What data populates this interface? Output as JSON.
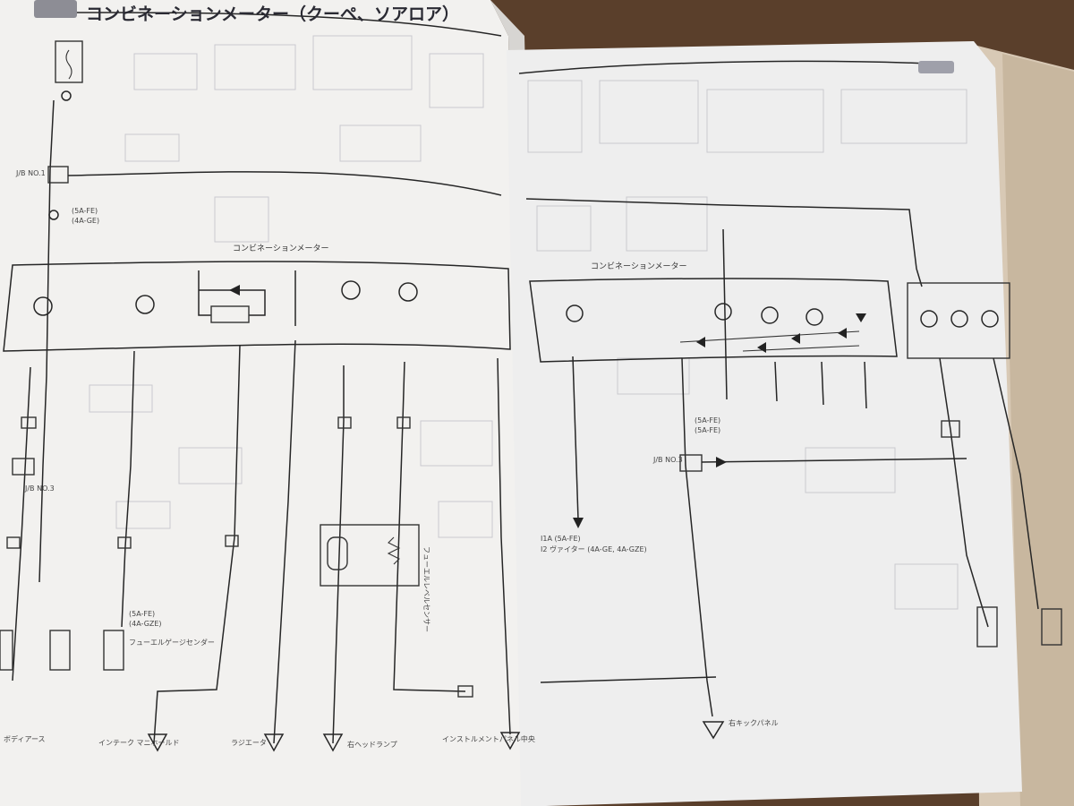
{
  "page": {
    "section_badge": "",
    "title": "コンビネーションメーター（クーペ、ソアロア）"
  },
  "left_page": {
    "meter_label": "コンビネーションメーター",
    "jb_label_top": "J/B NO.1",
    "jb_label_mid": "J/B NO.3",
    "engine_note_top_a": "(5A-FE)",
    "engine_note_top_b": "(4A-GE)",
    "sensor_note_a": "(5A-FE)",
    "sensor_note_b": "(4A-GZE)",
    "sensor_label": "フューエルゲージセンダー",
    "fuel_sensor_label": "フューエルレベルセンサー",
    "grounds": [
      "ボディアース",
      "インテーク マニホールド",
      "ラジエータ",
      "右ヘッドランプ",
      "インストルメントパネル中央"
    ]
  },
  "right_page": {
    "meter_label": "コンビネーションメーター",
    "jb_label": "J/B NO.3",
    "engine_note_a": "(5A-FE)",
    "engine_note_b": "(5A-FE)",
    "ground_label": "右キックパネル",
    "destination_a": "I1A (5A-FE)",
    "destination_b": "I2 ヴァイター (4A-GE, 4A-GZE)"
  },
  "icons": {
    "gauge": "gauge-icon",
    "ground": "ground-symbol-icon",
    "diode": "diode-icon",
    "arrow": "arrow-icon"
  },
  "colors": {
    "paper": "#f2f1ef",
    "paper_shadow": "#d7d5d2",
    "ink": "#262626",
    "ghost_ink": "#c9c9cf",
    "table": "#5a3f2b",
    "book_edge": "#d8c9b5"
  }
}
